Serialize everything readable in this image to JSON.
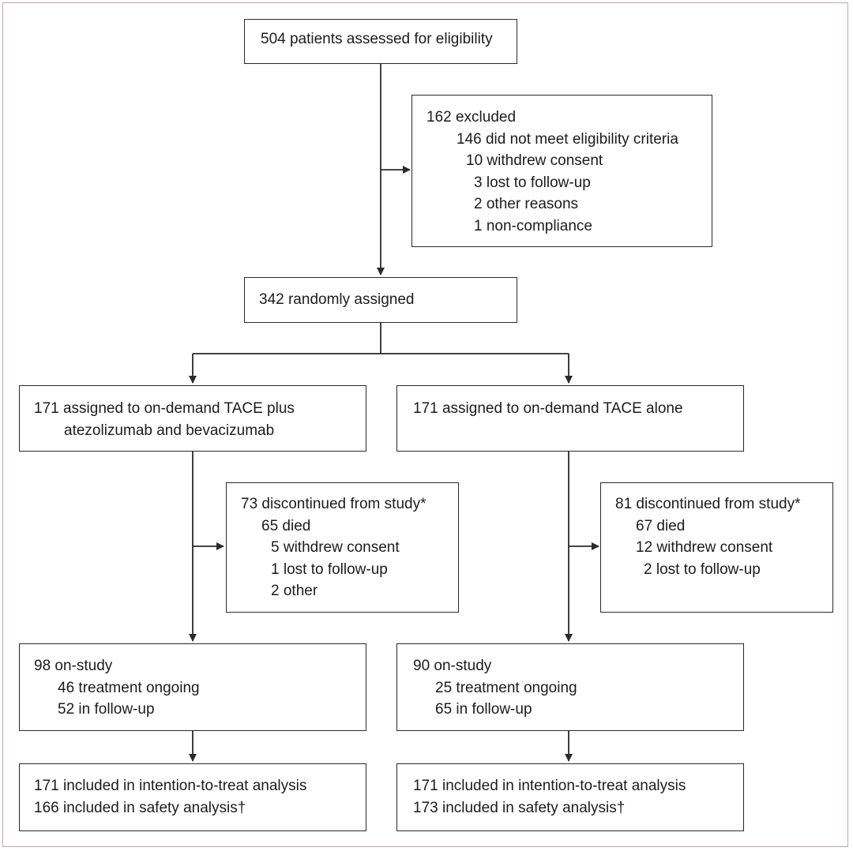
{
  "diagram": {
    "assessed": "504 patients assessed for eligibility",
    "excluded": {
      "title": "162 excluded",
      "items": [
        "146 did not meet eligibility criteria",
        "10 withdrew consent",
        "3 lost to follow-up",
        "2 other reasons",
        "1 non-compliance"
      ]
    },
    "randomised": "342 randomly assigned",
    "arm_a": {
      "assigned": [
        "171 assigned to on-demand TACE plus",
        "atezolizumab and bevacizumab"
      ],
      "discontinued": {
        "title": "73 discontinued from study*",
        "items": [
          "65 died",
          "5 withdrew consent",
          "1 lost to follow-up",
          "2 other"
        ]
      },
      "on_study": {
        "title": "98 on-study",
        "items": [
          "46 treatment ongoing",
          "52 in follow-up"
        ]
      },
      "analysis": [
        "171 included in intention-to-treat analysis",
        "166 included in safety analysis†"
      ]
    },
    "arm_b": {
      "assigned": [
        "171 assigned to on-demand TACE alone"
      ],
      "discontinued": {
        "title": "81 discontinued from study*",
        "items": [
          "67 died",
          "12 withdrew consent",
          "2 lost to follow-up"
        ]
      },
      "on_study": {
        "title": "90 on-study",
        "items": [
          "25 treatment ongoing",
          "65 in follow-up"
        ]
      },
      "analysis": [
        "171 included in intention-to-treat analysis",
        "173 included in safety analysis†"
      ]
    }
  },
  "colors": {
    "frame": "#c9a3b5",
    "line": "#2a2a2a",
    "text": "#1c1c1c"
  }
}
